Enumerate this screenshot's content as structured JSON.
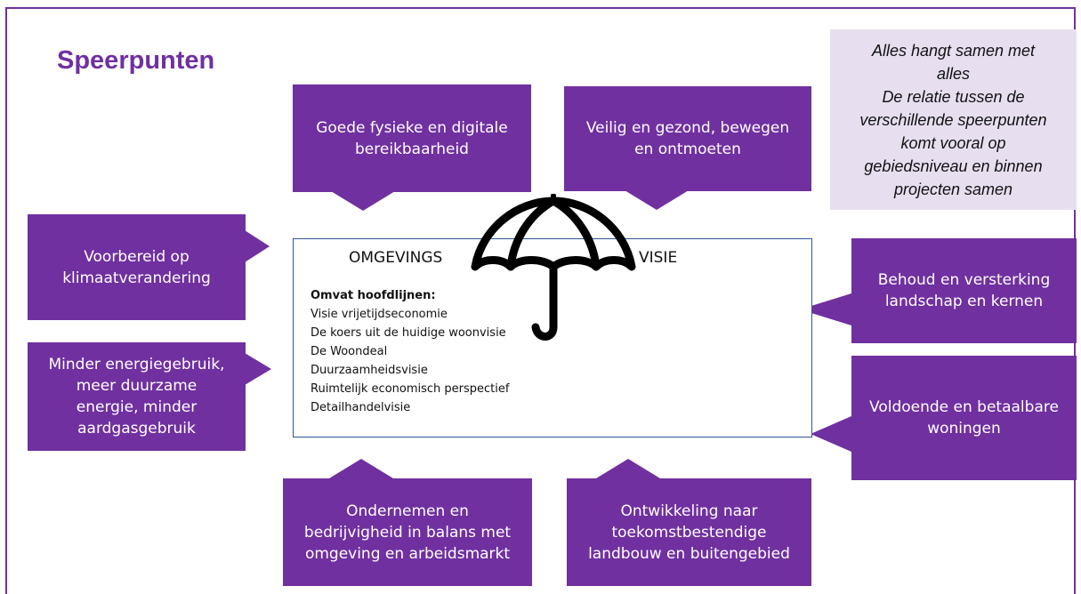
{
  "title": "Speerpunten",
  "note": {
    "lines": [
      "Alles hangt samen met",
      "alles",
      "De relatie tussen de",
      "verschillende speerpunten",
      "komt vooral op",
      "gebiedsniveau en binnen",
      "projecten samen"
    ]
  },
  "center": {
    "left_heading": "OMGEVINGS",
    "right_heading": "VISIE",
    "list_header": "Omvat hoofdlijnen:",
    "items": [
      "Visie vrijetijdseconomie",
      "De koers uit de huidige woonvisie",
      "De Woondeal",
      "Duurzaamheidsvisie",
      "Ruimtelijk economisch perspectief",
      "Detailhandelvisie"
    ]
  },
  "callouts": {
    "top_left": [
      "Goede fysieke en digitale",
      "bereikbaarheid"
    ],
    "top_right": [
      "Veilig en gezond, bewegen",
      "en ontmoeten"
    ],
    "left_top": [
      "Voorbereid op",
      "klimaatverandering"
    ],
    "left_bottom": [
      "Minder energiegebruik,",
      "meer duurzame",
      "energie, minder",
      "aardgasgebruik"
    ],
    "right_top": [
      "Behoud en versterking",
      "landschap en kernen"
    ],
    "right_bottom": [
      "Voldoende en betaalbare",
      "woningen"
    ],
    "bottom_left": [
      "Ondernemen en",
      "bedrijvigheid in balans met",
      "omgeving en arbeidsmarkt"
    ],
    "bottom_right": [
      "Ontwikkeling naar",
      "toekomstbestendige",
      "landbouw en buitengebied"
    ]
  },
  "colors": {
    "accent": "#7030a0",
    "note_bg": "#e7dff0",
    "box_border": "#2f5597"
  },
  "icons": [
    "umbrella-icon"
  ]
}
